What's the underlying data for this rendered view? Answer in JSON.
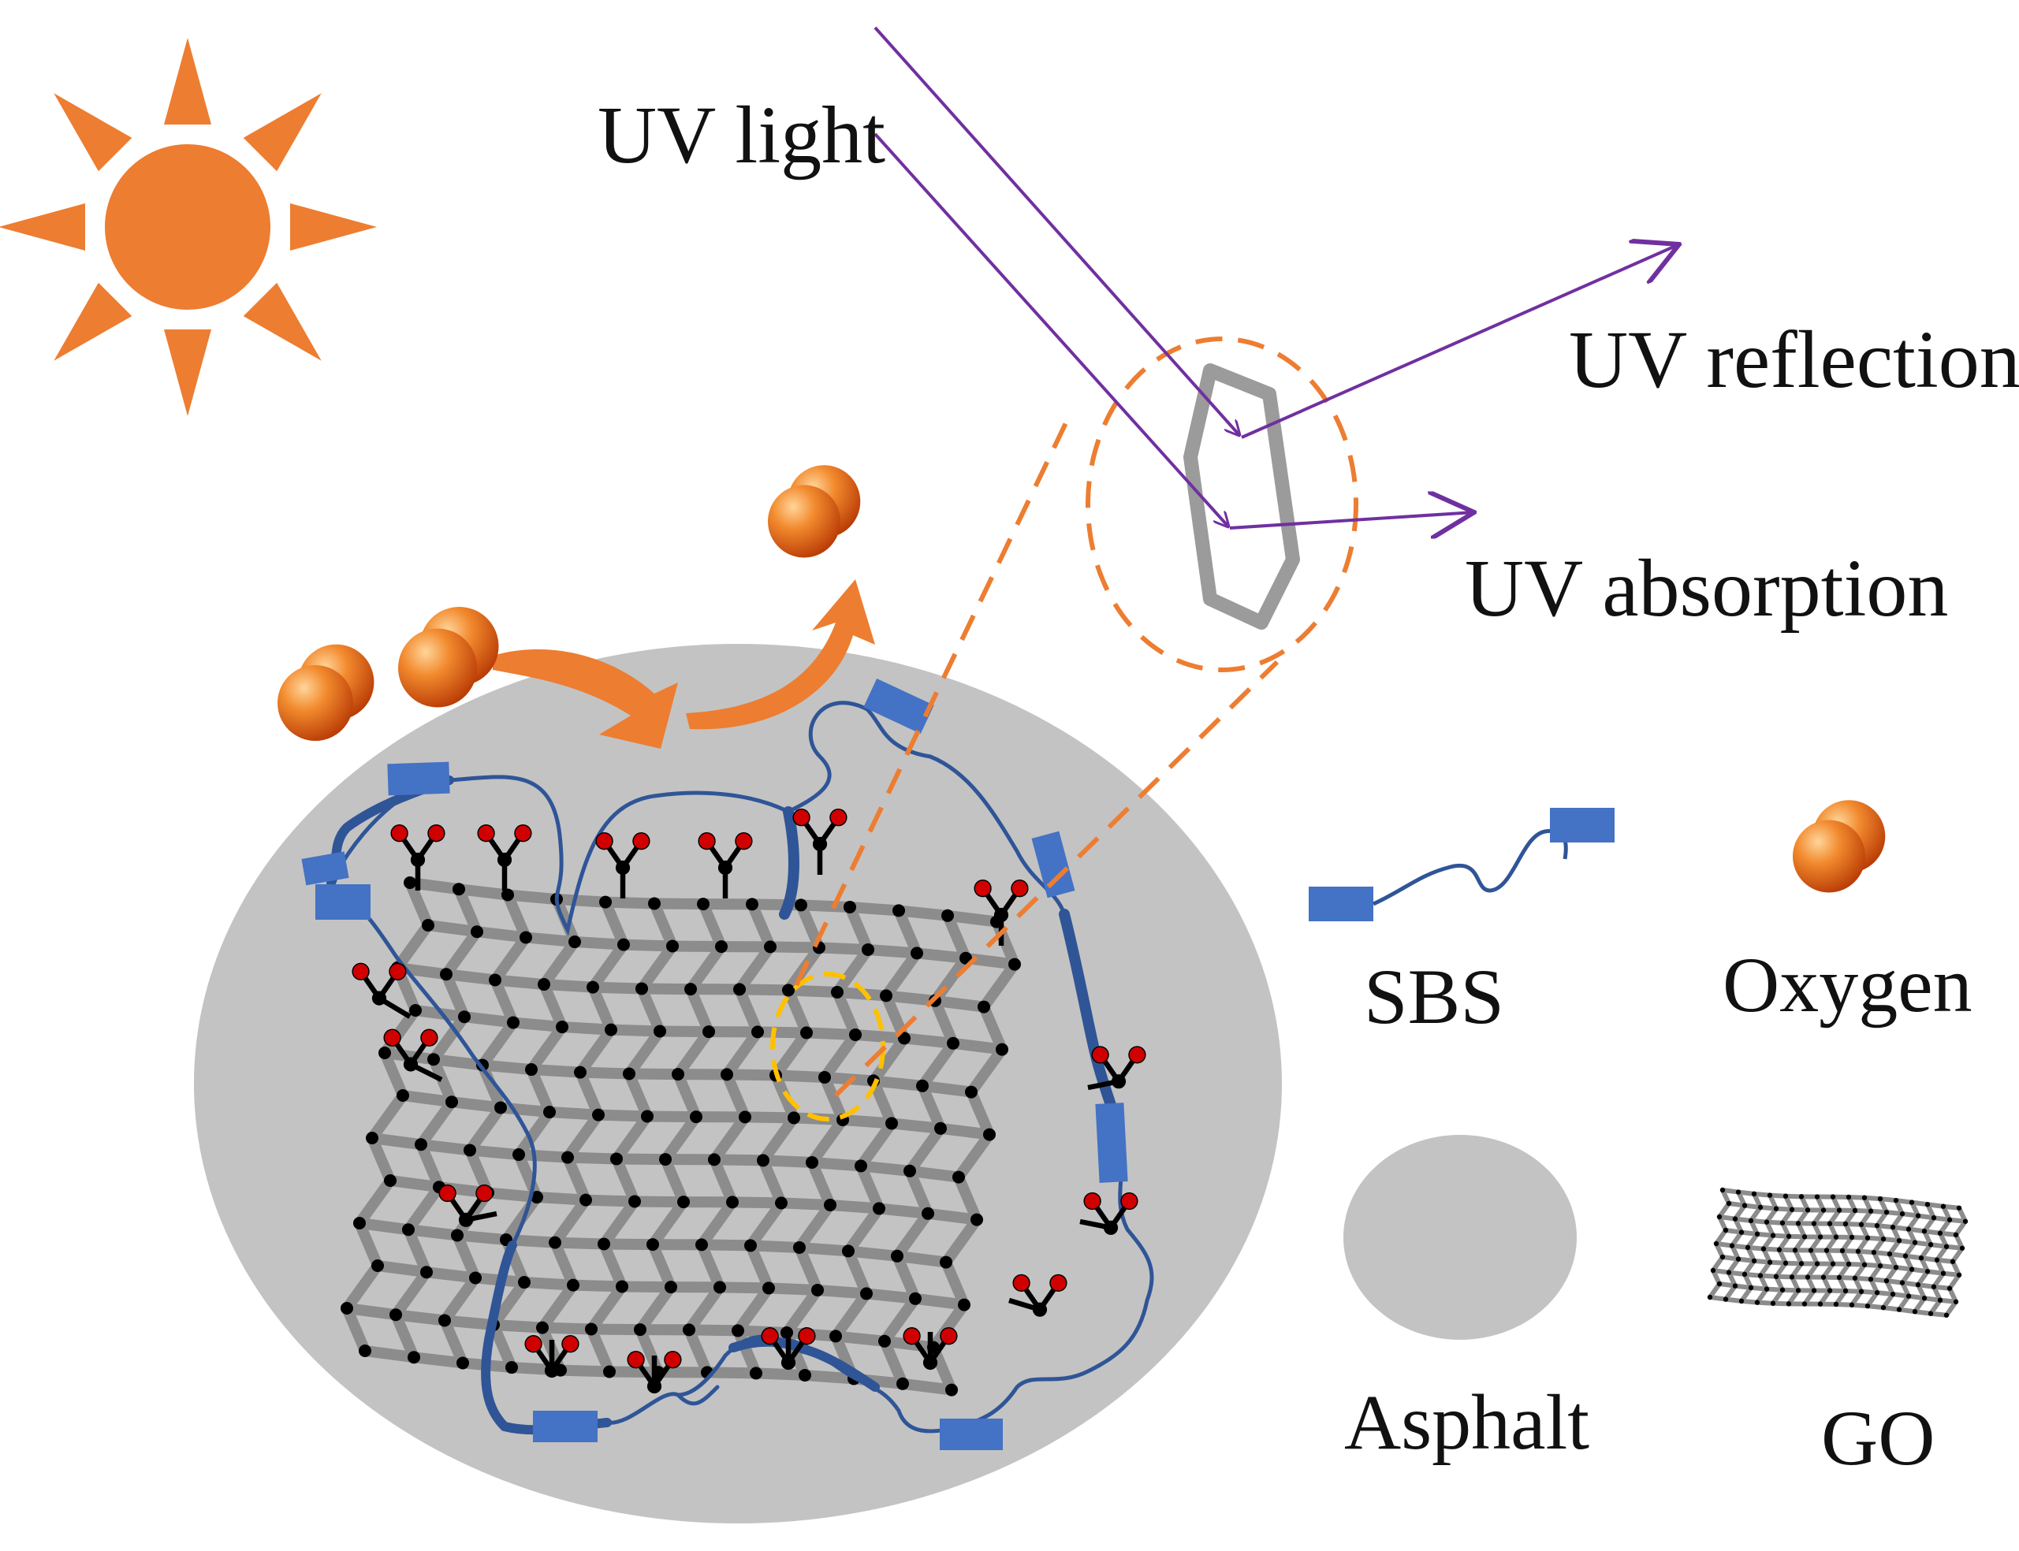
{
  "labels": {
    "uv_light": "UV light",
    "uv_reflection": "UV reflection",
    "uv_absorption": "UV absorption"
  },
  "legend": {
    "sbs": "SBS",
    "oxygen": "Oxygen",
    "asphalt": "Asphalt",
    "go": "GO"
  },
  "colors": {
    "sun": "#ed7d31",
    "uv_arrow": "#7030a0",
    "sbs_chain": "#2f5597",
    "sbs_block": "#4472c4",
    "asphalt": "#c3c3c3",
    "oxygen_atom": "#e65d10",
    "oxygen_functional_group": "#d00000",
    "zoom_circle": "#ed7d31",
    "highlight_ring": "#ffc000",
    "benzene_ring": "#9b9b9b"
  }
}
